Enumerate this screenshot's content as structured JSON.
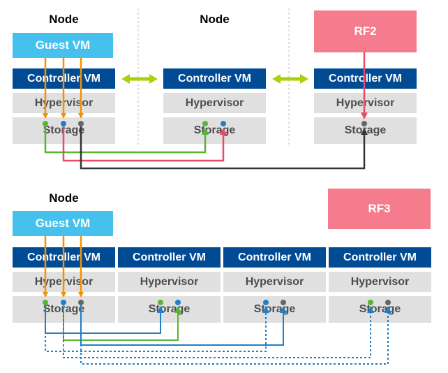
{
  "top": {
    "node_labels": [
      "Node",
      "Node"
    ],
    "guest_vm": "Guest VM",
    "rf_badge": "RF2",
    "nodes": [
      {
        "controller": "Controller VM",
        "hypervisor": "Hypervisor",
        "storage": "Storage"
      },
      {
        "controller": "Controller VM",
        "hypervisor": "Hypervisor",
        "storage": "Storage"
      },
      {
        "controller": "Controller VM",
        "hypervisor": "Hypervisor",
        "storage": "Storage"
      }
    ]
  },
  "bottom": {
    "node_label": "Node",
    "guest_vm": "Guest VM",
    "rf_badge": "RF3",
    "nodes": [
      {
        "controller": "Controller VM",
        "hypervisor": "Hypervisor",
        "storage": "Storage"
      },
      {
        "controller": "Controller VM",
        "hypervisor": "Hypervisor",
        "storage": "Storage"
      },
      {
        "controller": "Controller VM",
        "hypervisor": "Hypervisor",
        "storage": "Storage"
      },
      {
        "controller": "Controller VM",
        "hypervisor": "Hypervisor",
        "storage": "Storage"
      }
    ]
  },
  "colors": {
    "guest_vm": "#46c1ee",
    "rf_badge": "#f47c8c",
    "controller_vm": "#004b94",
    "layer_gray": "#e0e0e0",
    "write_path_orange": "#f39200",
    "replica_green": "#5bb534",
    "replica_blue": "#1f7fc8",
    "replica_red": "#e84a6a",
    "replica_dark": "#333333",
    "controller_link_arrow": "#a8d20a"
  }
}
